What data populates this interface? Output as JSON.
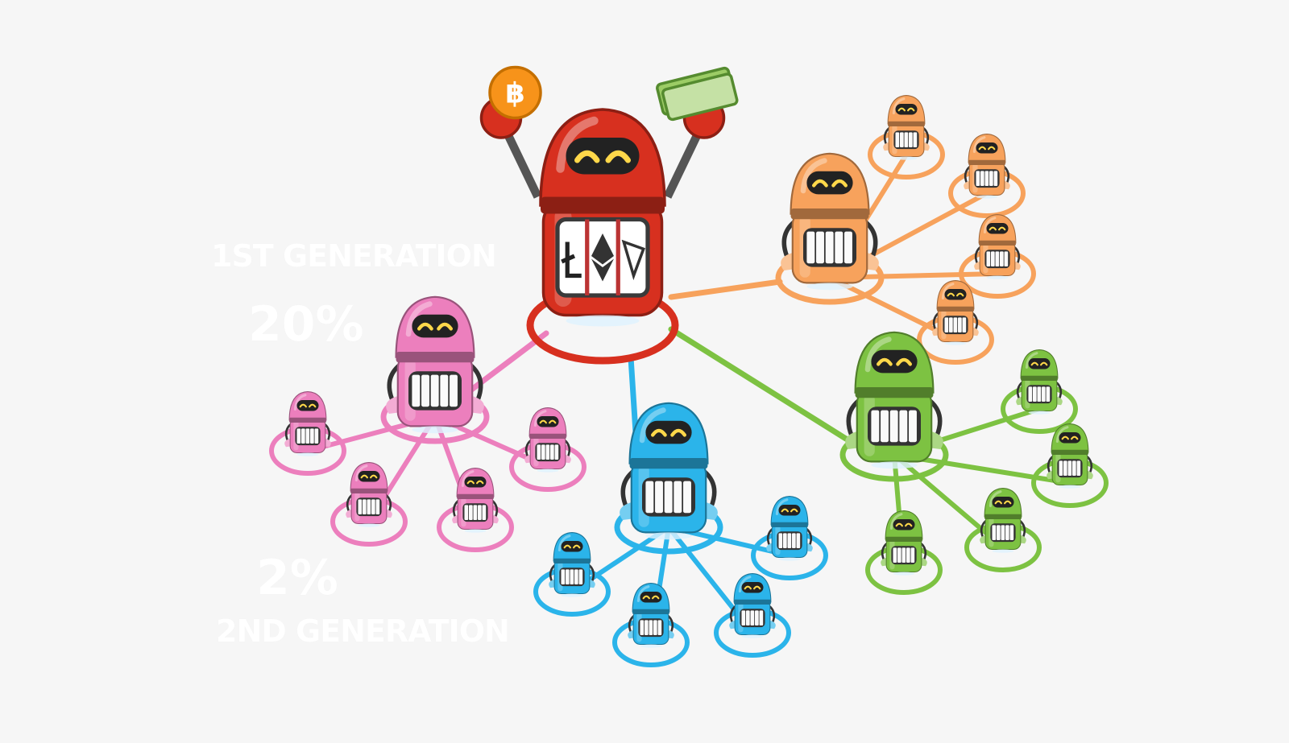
{
  "labels": {
    "gen1_title": "1ST GENERATION",
    "gen1_percent": "20%",
    "gen2_percent": "2%",
    "gen2_title": "2ND GENERATION"
  },
  "colors": {
    "root": "#d7301f",
    "pink": "#ec7fbd",
    "blue": "#2bb4ea",
    "orange": "#f7a25c",
    "green": "#7dc242",
    "background": "#f6f6f6"
  },
  "icons": {
    "root_coin": "bitcoin-icon",
    "root_cash": "banknote-icon",
    "root_screen": [
      "litecoin-icon",
      "ethereum-icon",
      "tron-icon"
    ],
    "robot": "robot-icon"
  },
  "tree": {
    "root": {
      "color": "root",
      "children": [
        "pink",
        "blue",
        "orange",
        "green"
      ]
    },
    "pink": {
      "children_count": 4
    },
    "blue": {
      "children_count": 4
    },
    "orange": {
      "children_count": 4
    },
    "green": {
      "children_count": 4
    }
  }
}
